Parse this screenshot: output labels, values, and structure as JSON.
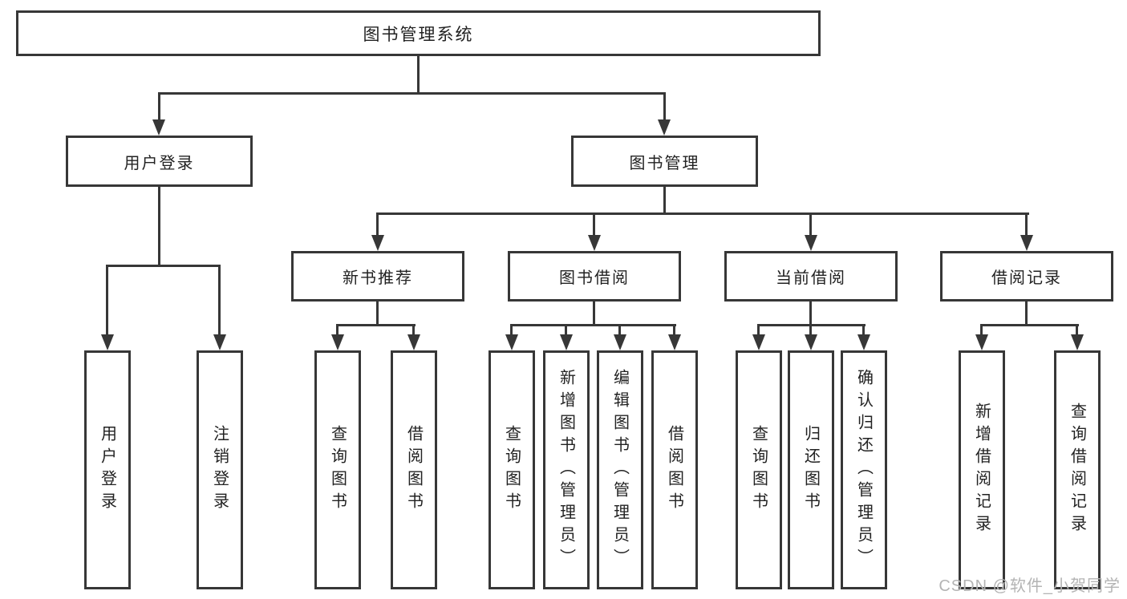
{
  "tree": {
    "label": "图书管理系统",
    "children": [
      {
        "label": "用户登录",
        "children": [
          {
            "label": "用户登录"
          },
          {
            "label": "注销登录"
          }
        ]
      },
      {
        "label": "图书管理",
        "children": [
          {
            "label": "新书推荐",
            "children": [
              {
                "label": "查询图书"
              },
              {
                "label": "借阅图书"
              }
            ]
          },
          {
            "label": "图书借阅",
            "children": [
              {
                "label": "查询图书"
              },
              {
                "label": "新增图书（管理员）"
              },
              {
                "label": "编辑图书（管理员）"
              },
              {
                "label": "借阅图书"
              }
            ]
          },
          {
            "label": "当前借阅",
            "children": [
              {
                "label": "查询图书"
              },
              {
                "label": "归还图书"
              },
              {
                "label": "确认归还（管理员）"
              }
            ]
          },
          {
            "label": "借阅记录",
            "children": [
              {
                "label": "新增借阅记录"
              },
              {
                "label": "查询借阅记录"
              }
            ]
          }
        ]
      }
    ]
  },
  "watermark": {
    "text": "CSDN @软件_小贺同学"
  },
  "colors": {
    "line": "#373737",
    "box_border": "#373737",
    "text": "#222222",
    "watermark": "#b4b4b4",
    "background": "#ffffff"
  }
}
